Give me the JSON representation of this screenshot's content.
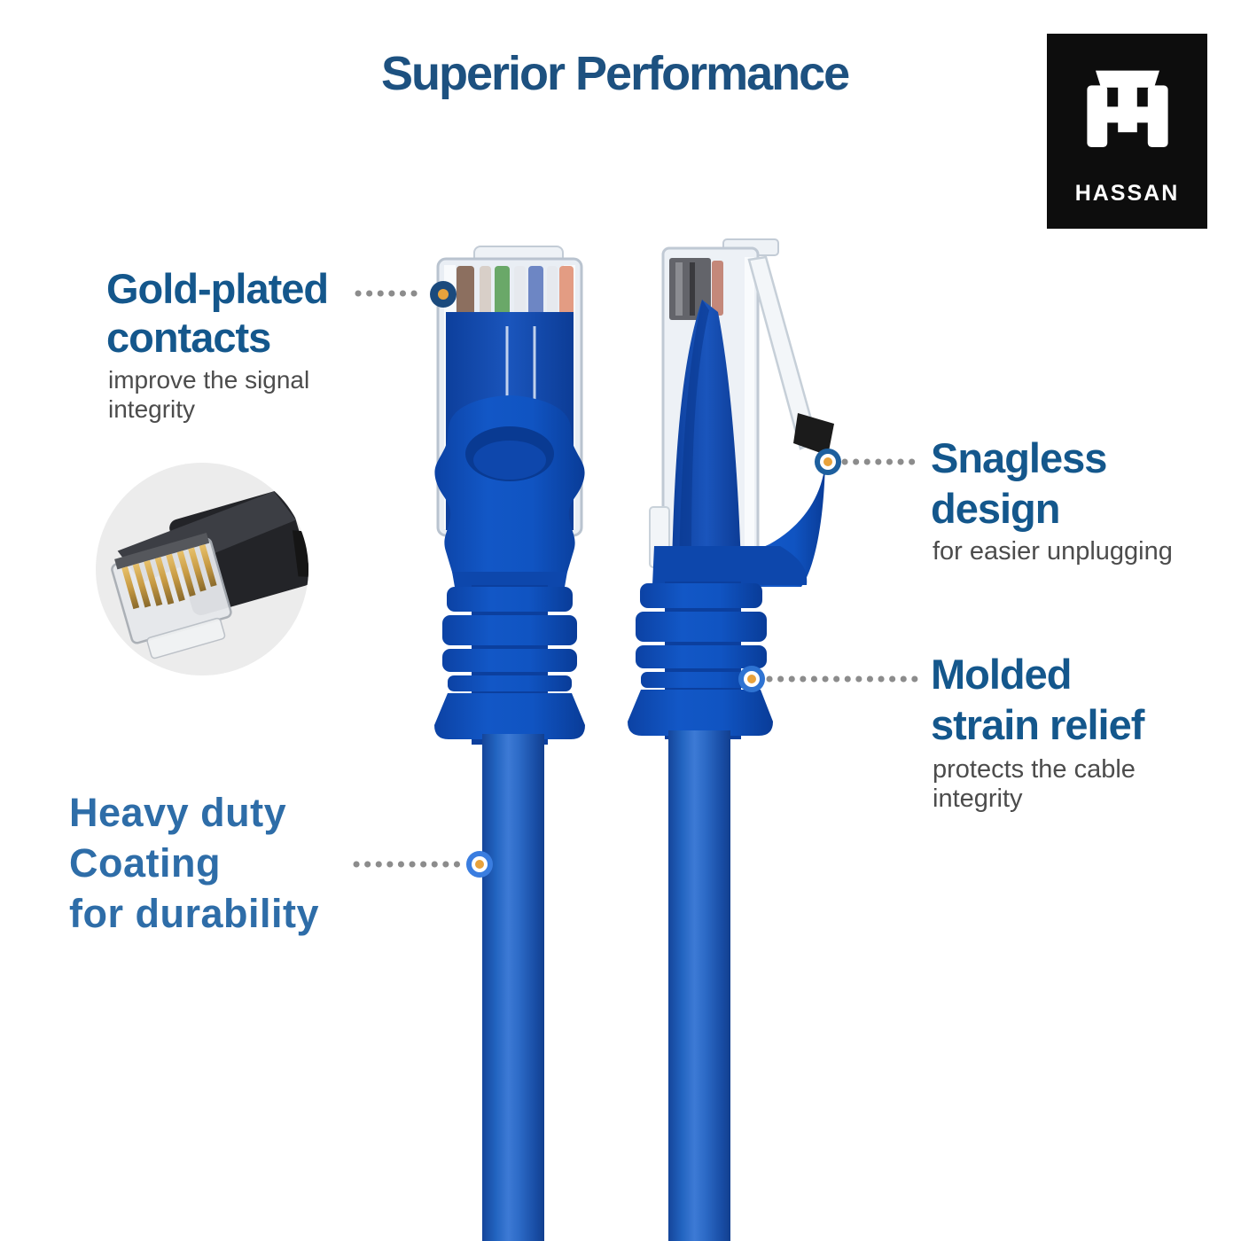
{
  "title": "Superior Performance",
  "logo": {
    "monogram": "TH",
    "name": "HASSAN"
  },
  "callouts": {
    "gold_plated": {
      "heading": "Gold-plated\ncontacts",
      "subtext": "improve the signal\nintegrity"
    },
    "snagless": {
      "heading": "Snagless\ndesign",
      "subtext": "for easier unplugging"
    },
    "molded": {
      "heading": "Molded\nstrain relief",
      "subtext": "protects the cable\nintegrity"
    },
    "heavy_duty": {
      "heading": "Heavy duty\nCoating\nfor durability"
    }
  },
  "colors": {
    "title_blue": "#1d5180",
    "heading_blue": "#14578c",
    "heavy_duty_blue": "#2e6da8",
    "subtext_gray": "#4c4c4c",
    "cable_blue": "#1f5cb8",
    "boot_blue": "#0f4cb4",
    "marker_navy": "#1b4a7d",
    "marker_orange": "#e8a23c",
    "leader_gray": "#8c8c8c",
    "logo_background": "#0d0d0d"
  }
}
